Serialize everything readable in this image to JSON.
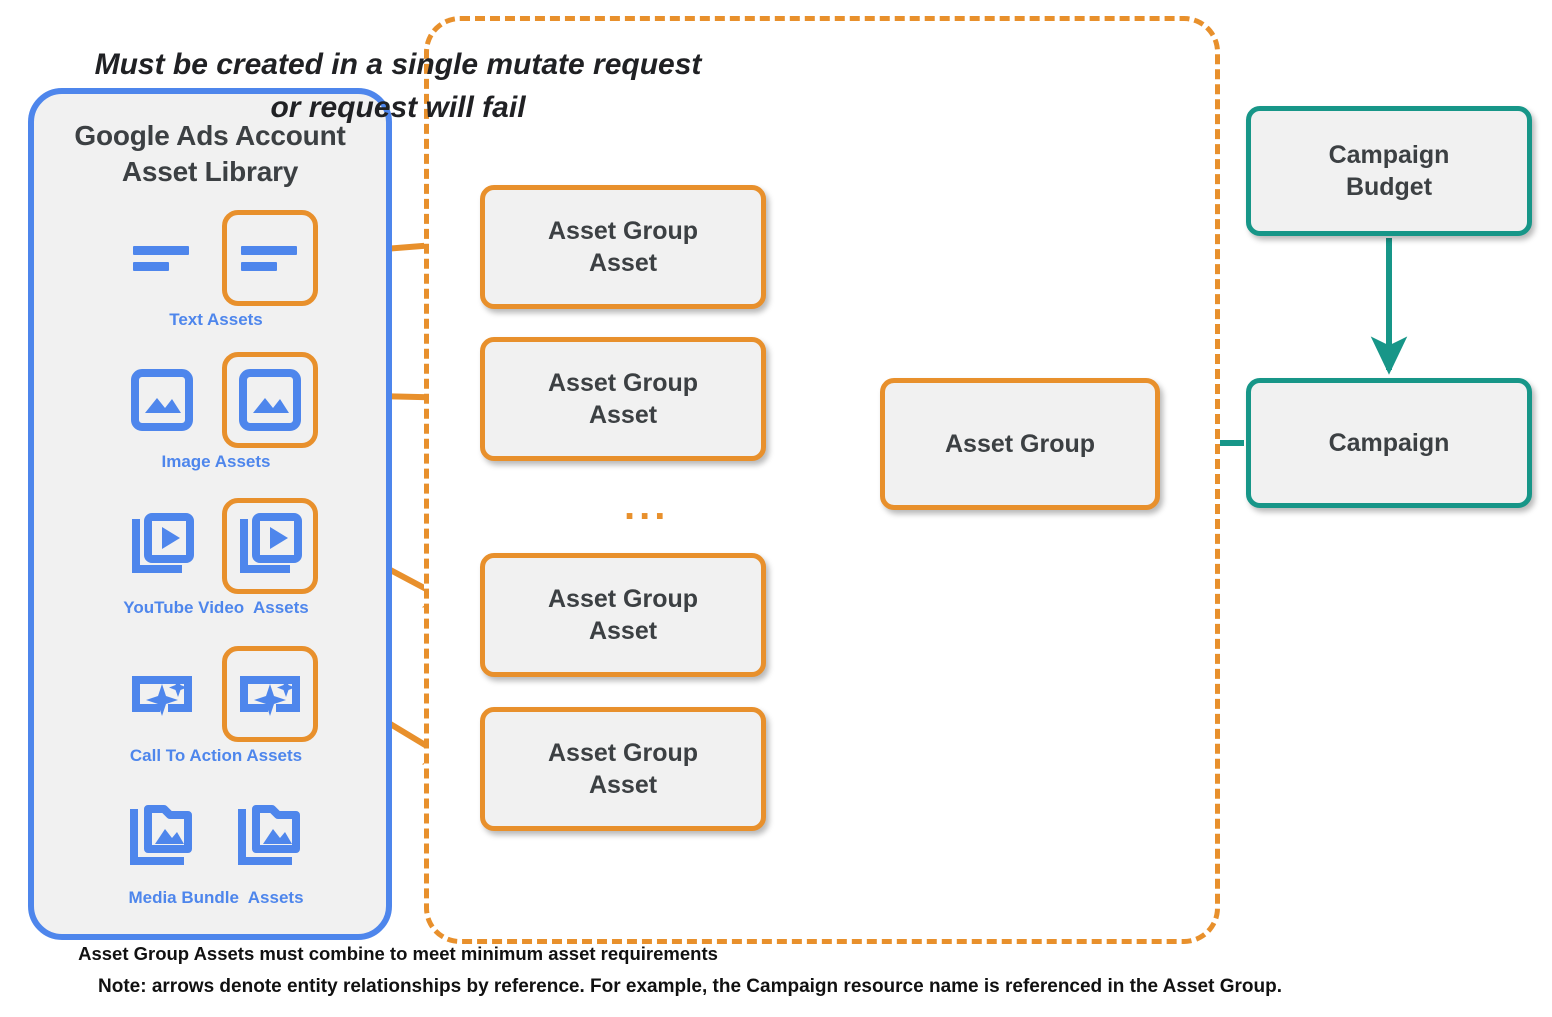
{
  "sidebar": {
    "title": "Google Ads Account\nAsset Library",
    "title_line1": "Google Ads Account",
    "title_line2": "Asset Library",
    "border_color": "#4e86ec",
    "items": [
      {
        "label": "Text Assets",
        "icon": "text-asset-icon",
        "highlighted": true
      },
      {
        "label": "Image Assets",
        "icon": "image-asset-icon",
        "highlighted": true
      },
      {
        "label": "YouTube Video  Assets",
        "icon": "youtube-video-asset-icon",
        "highlighted": true
      },
      {
        "label": "Call To Action Assets",
        "icon": "call-to-action-asset-icon",
        "highlighted": true
      },
      {
        "label": "Media Bundle  Assets",
        "icon": "media-bundle-asset-icon",
        "highlighted": false
      }
    ]
  },
  "mutate_group": {
    "title_line1": "Must be created in a single mutate request",
    "title_line2": "or request will fail",
    "footnote": "Asset Group Assets must combine to meet minimum asset requirements",
    "ellipsis": "...",
    "border_color": "#e8902c",
    "asset_group_assets": [
      {
        "line1": "Asset Group",
        "line2": "Asset"
      },
      {
        "line1": "Asset Group",
        "line2": "Asset"
      },
      {
        "line1": "Asset Group",
        "line2": "Asset"
      },
      {
        "line1": "Asset Group",
        "line2": "Asset"
      }
    ]
  },
  "nodes": {
    "asset_group": {
      "label": "Asset Group",
      "color": "#e8902c"
    },
    "campaign_budget": {
      "line1": "Campaign",
      "line2": "Budget",
      "color": "#179688"
    },
    "campaign": {
      "label": "Campaign",
      "color": "#179688"
    }
  },
  "footer": {
    "note": "Note: arrows denote entity relationships by reference. For example, the Campaign resource name is referenced in the Asset Group."
  },
  "colors": {
    "orange": "#e8902c",
    "blue": "#4e86ec",
    "teal": "#179688",
    "node_fill": "#f1f1f1",
    "text_dark": "#3c4043"
  }
}
